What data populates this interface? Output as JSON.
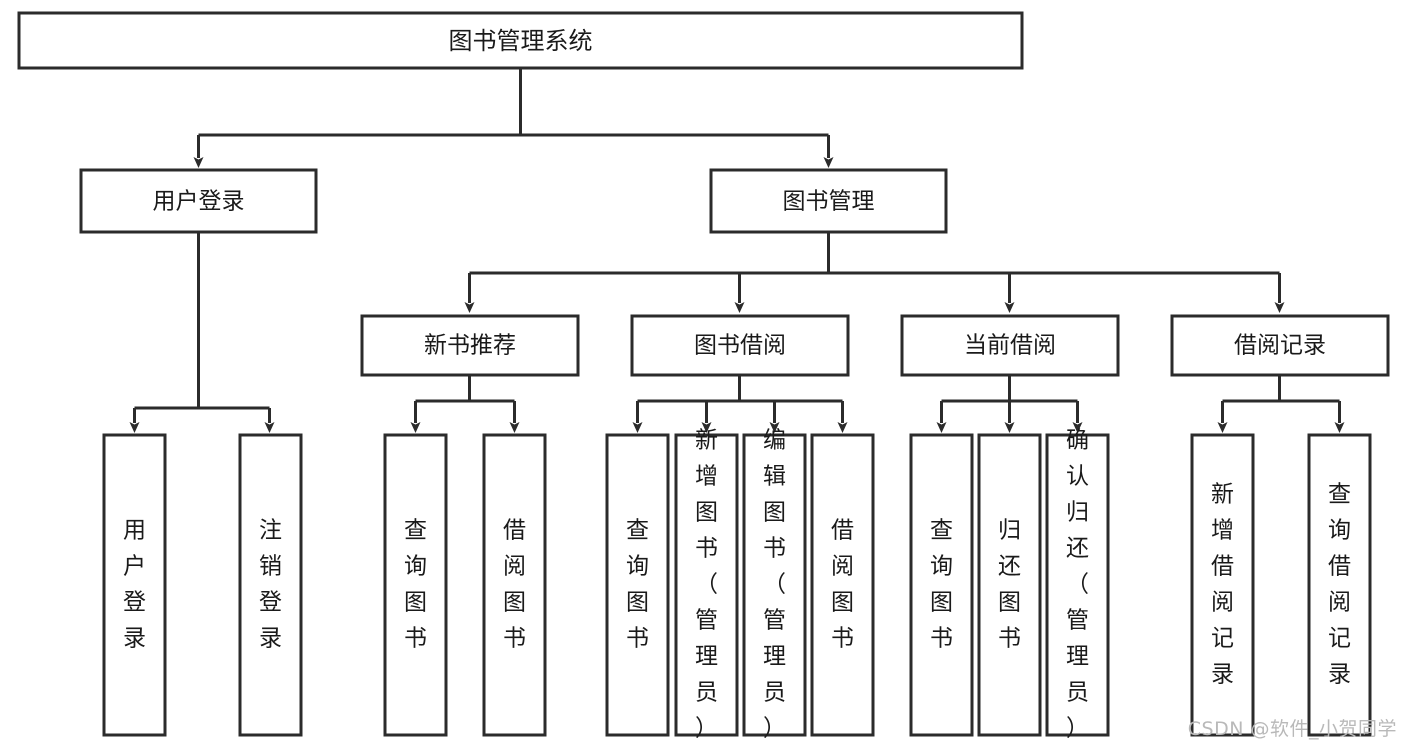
{
  "diagram": {
    "type": "tree",
    "title": "图书管理系统",
    "watermark": "CSDN @软件_小贺同学",
    "colors": {
      "stroke": "#2b2b2b",
      "fill": "#ffffff",
      "text": "#1a1a1a",
      "watermark": "#b9b9b9"
    },
    "levels": {
      "root": "图书管理系统",
      "level2": [
        "用户登录",
        "图书管理"
      ],
      "level3": [
        "新书推荐",
        "图书借阅",
        "当前借阅",
        "借阅记录"
      ]
    },
    "nodes": {
      "root": {
        "label": "图书管理系统"
      },
      "user_login": {
        "label": "用户登录"
      },
      "book_manage": {
        "label": "图书管理"
      },
      "new_book_rec": {
        "label": "新书推荐"
      },
      "book_borrow": {
        "label": "图书借阅"
      },
      "current_borrow": {
        "label": "当前借阅"
      },
      "borrow_record": {
        "label": "借阅记录"
      }
    },
    "leaves": {
      "user_login": [
        {
          "label": "用户登录"
        },
        {
          "label": "注销登录"
        }
      ],
      "new_book_rec": [
        {
          "label": "查询图书"
        },
        {
          "label": "借阅图书"
        }
      ],
      "book_borrow": [
        {
          "label": "查询图书"
        },
        {
          "label": "新增图书（管理员）"
        },
        {
          "label": "编辑图书（管理员）"
        },
        {
          "label": "借阅图书"
        }
      ],
      "current_borrow": [
        {
          "label": "查询图书"
        },
        {
          "label": "归还图书"
        },
        {
          "label": "确认归还（管理员）"
        }
      ],
      "borrow_record": [
        {
          "label": "新增借阅记录"
        },
        {
          "label": "查询借阅记录"
        }
      ]
    }
  }
}
